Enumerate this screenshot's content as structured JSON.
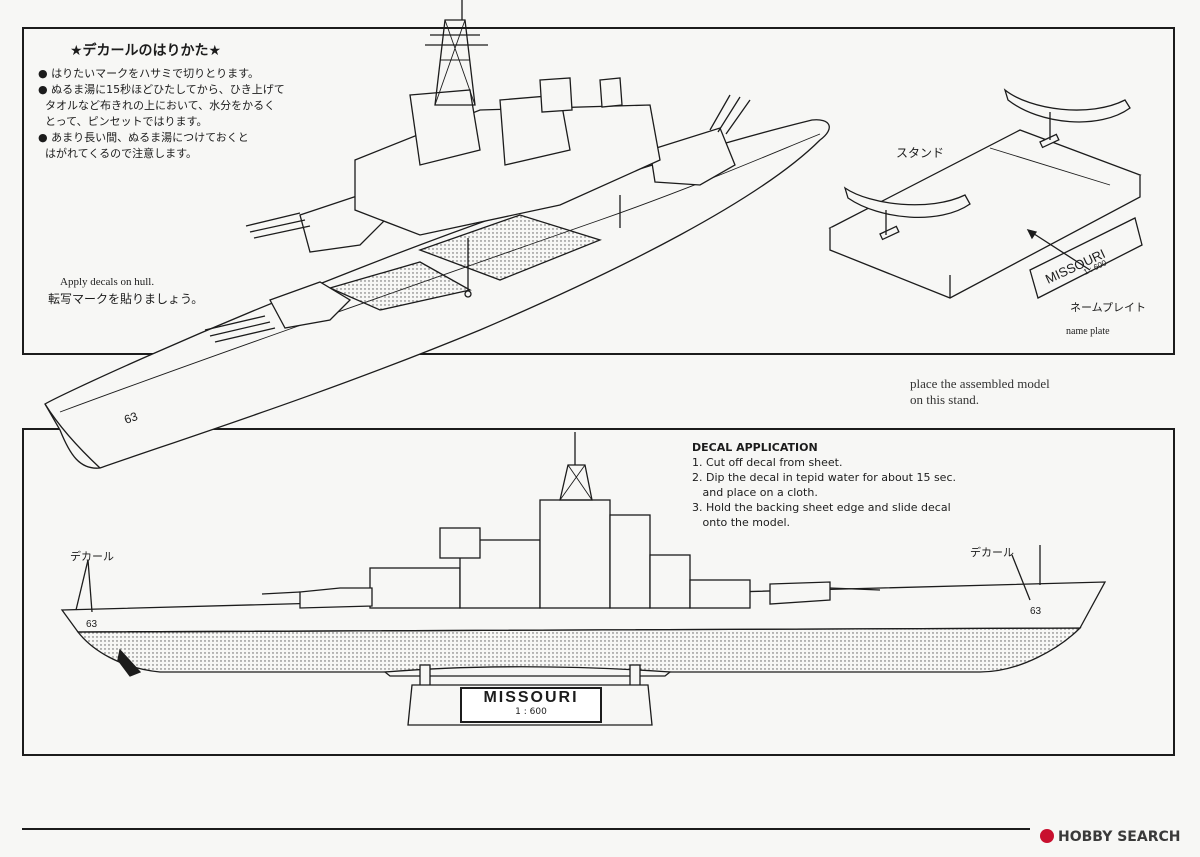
{
  "top": {
    "jp_title": "★デカールのはりかた★",
    "jp_items": [
      "● はりたいマークをハサミで切りとります。",
      "● ぬるま湯に15秒ほどひたしてから、ひき上げて",
      "  タオルなど布きれの上において、水分をかるく",
      "  とって、ピンセットではります。",
      "● あまり長い間、ぬるま湯につけておくと",
      "  はがれてくるので注意します。"
    ],
    "apply_en": "Apply decals on hull.",
    "apply_jp": "転写マークを貼りましょう。",
    "hull_number": "63",
    "stand_label": "スタンド",
    "nameplate_name": "MISSOURI",
    "nameplate_scale": "1 : 600",
    "nameplate_jp": "ネームプレイト",
    "nameplate_en": "name plate"
  },
  "place_line1": "place the assembled model",
  "place_line2": "on this stand.",
  "bottom": {
    "decal_heading": "DECAL APPLICATION",
    "decal_steps": [
      "1. Cut off decal from sheet.",
      "2. Dip the decal in tepid water for about 15 sec.",
      "   and place on a cloth.",
      "3. Hold the backing sheet edge and slide decal",
      "   onto the model."
    ],
    "decal_label_left": "デカール",
    "decal_label_right": "デカール",
    "hull_number_bow": "63",
    "hull_number_stern": "63",
    "plate_name": "MISSOURI",
    "plate_scale": "1 : 600"
  },
  "footer": {
    "logo": "HOBBY SEARCH"
  }
}
